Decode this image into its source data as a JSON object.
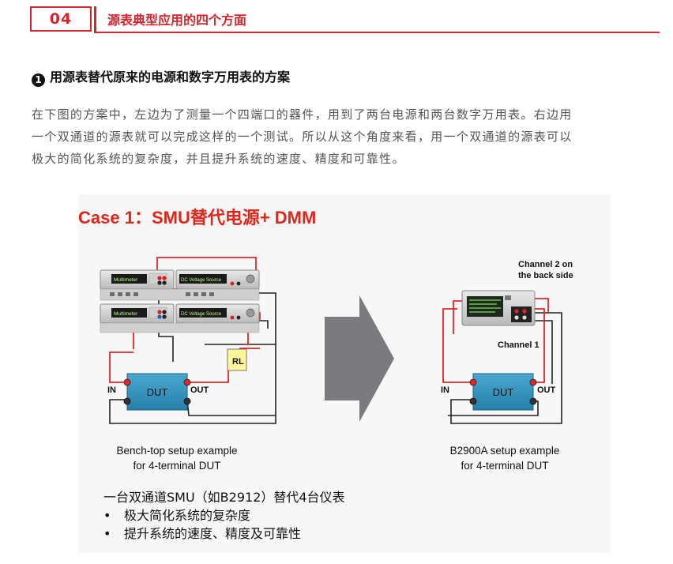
{
  "section": {
    "number": "04",
    "title": "源表典型应用的四个方面"
  },
  "heading": {
    "bullet": "1",
    "text": "用源表替代原来的电源和数字万用表的方案"
  },
  "paragraph": [
    "在下图的方案中，左边为了测量一个四端口的器件，用到了两台电源和两台数字万用表。右边用",
    "一个双通道的源表就可以完成这样的一个测试。所以从这个角度来看，用一个双通道的源表可以",
    "极大的简化系统的复杂度，并且提升系统的速度、精度和可靠性。"
  ],
  "figure": {
    "title": "Case 1：SMU替代电源+ DMM",
    "left": {
      "multimeter_label": "Multimeter",
      "source_label": "DC Voltage Source",
      "rl_label": "RL",
      "dut": "DUT",
      "in": "IN",
      "out": "OUT",
      "caption_line1": "Bench-top setup example",
      "caption_line2": "for 4-terminal DUT"
    },
    "right": {
      "channel2_line1": "Channel 2 on",
      "channel2_line2": "the back side",
      "channel1": "Channel 1",
      "dut": "DUT",
      "in": "IN",
      "out": "OUT",
      "caption_line1": "B2900A setup example",
      "caption_line2": "for 4-terminal DUT"
    },
    "summary": {
      "line1": "一台双通道SMU（如B2912）替代4台仪表",
      "bullet1": "极大简化系统的复杂度",
      "bullet2": "提升系统的速度、精度及可靠性"
    }
  },
  "colors": {
    "accent_red": "#d7262b",
    "figure_title_red": "#e1251b",
    "dut_fill": "#2d8fb8"
  }
}
